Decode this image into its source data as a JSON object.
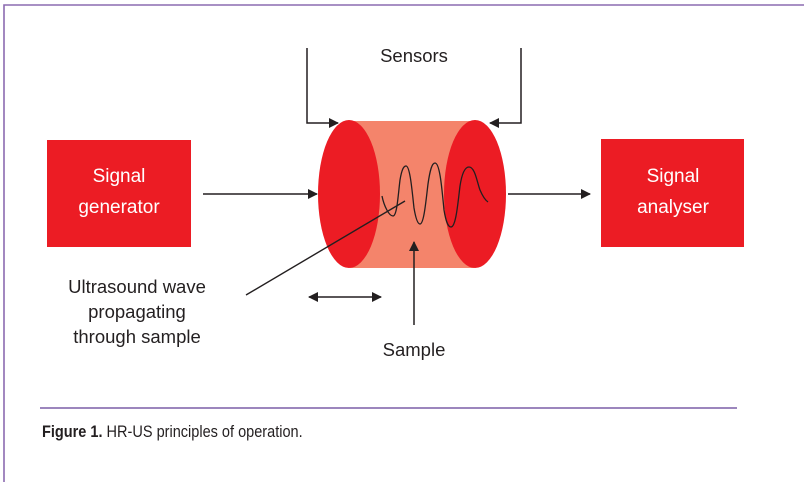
{
  "diagram": {
    "sensors_label": "Sensors",
    "signal_generator_label": [
      "Signal",
      "generator"
    ],
    "signal_analyser_label": [
      "Signal",
      "analyser"
    ],
    "ultrasound_label": [
      "Ultrasound wave",
      "propagating",
      "through sample"
    ],
    "sample_label": "Sample"
  },
  "caption": {
    "label": "Figure 1.",
    "text": "HR-US principles of operation."
  },
  "colors": {
    "frame_border": "#8c6bb1",
    "divider": "#7b5ea7",
    "box_red": "#ec1c24",
    "sample_salmon": "#f4846b",
    "arrow_black": "#231f20",
    "box_text": "#ffffff"
  }
}
